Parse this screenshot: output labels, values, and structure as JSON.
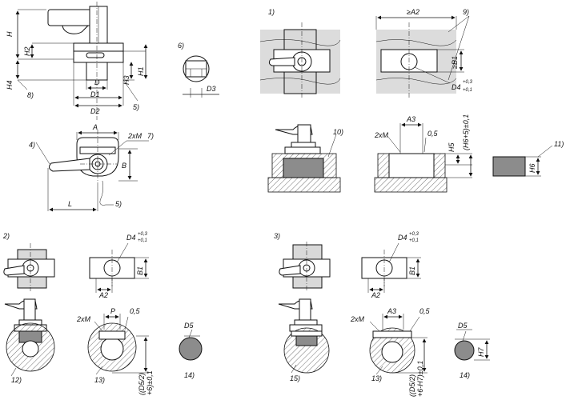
{
  "labels": {
    "H": "H",
    "H2": "H2",
    "H4": "H4",
    "n8": "8)",
    "D": "D",
    "D1": "D1",
    "D2": "D2",
    "H3": "H3",
    "H1": "H1",
    "n5a": "5)",
    "n6": "6)",
    "D3": "D3",
    "A": "A",
    "twoxM7": "2xM",
    "n7": "7)",
    "B": "B",
    "n4": "4)",
    "L": "L",
    "n5b": "5)",
    "n1": "1)",
    "geA2": "≥A2",
    "n9": "9)",
    "geB1": "≥B1",
    "D4a": "D4",
    "D4a_up": "+0,3",
    "D4a_lo": "+0,1",
    "n10": "10)",
    "twoxMa": "2xM",
    "A3a": "A3",
    "r05a": "0,5",
    "H5": "H5",
    "H6H5": "(H6+5)±0,1",
    "n11": "11)",
    "H6": "H6",
    "n2": "2)",
    "D4b": "D4",
    "D4b_up": "+0,3",
    "D4b_lo": "+0,1",
    "B1b": "B1",
    "A2b": "A2",
    "twoxMb": "2xM",
    "P": "P",
    "r05b": "0,5",
    "D5b": "D5",
    "n12": "12)",
    "n13a": "13)",
    "dim2a": "((D5/2)",
    "dim2b": "+6)±0,1",
    "n14a": "14)",
    "n3": "3)",
    "D4c": "D4",
    "D4c_up": "+0,3",
    "D4c_lo": "+0,1",
    "B1c": "B1",
    "A2c": "A2",
    "twoxMc": "2xM",
    "A3c": "A3",
    "r05c": "0,5",
    "D5c": "D5",
    "H7": "H7",
    "n15": "15)",
    "n13b": "13)",
    "dim3a": "((D5/2)",
    "dim3b": "+6-H7)±0,1",
    "n14b": "14)"
  }
}
